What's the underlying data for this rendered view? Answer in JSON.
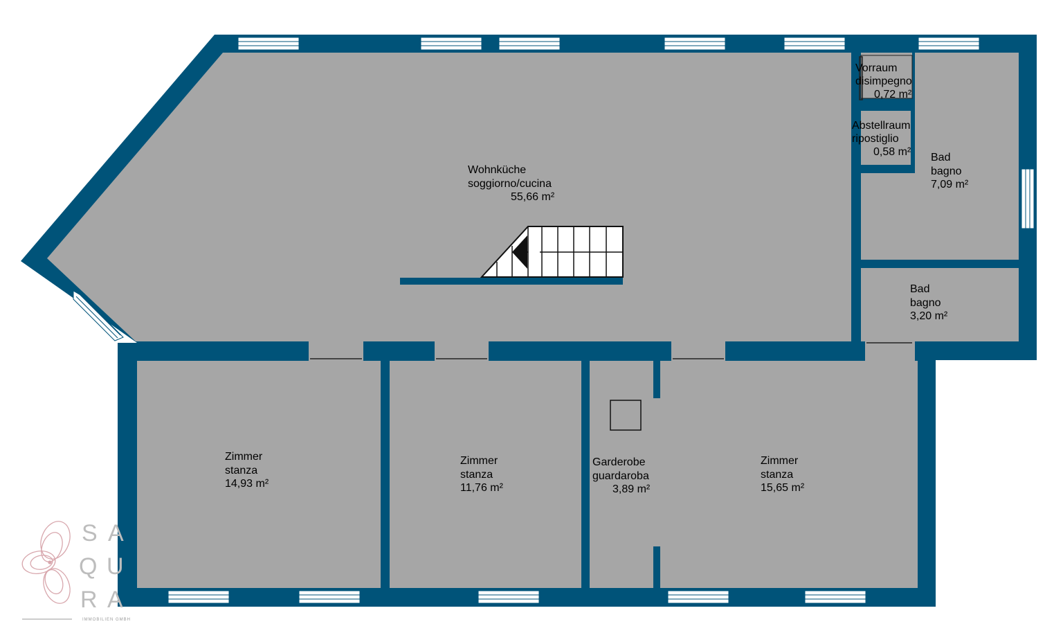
{
  "colors": {
    "wall": "#005379",
    "floor": "#a6a6a6",
    "background": "#ffffff",
    "logo_petal": "#d8a7ad",
    "logo_text": "#bdbdbd"
  },
  "rooms": [
    {
      "id": "wohnkueche",
      "name_de": "Wohnküche",
      "name_it": "soggiorno/cucina",
      "area": "55,66 m²"
    },
    {
      "id": "vorraum",
      "name_de": "Vorraum",
      "name_it": "disimpegno",
      "area": "0,72 m²"
    },
    {
      "id": "abstellraum",
      "name_de": "Abstellraum",
      "name_it": "ripostiglio",
      "area": "0,58 m²"
    },
    {
      "id": "bad1",
      "name_de": "Bad",
      "name_it": "bagno",
      "area": "7,09 m²"
    },
    {
      "id": "bad2",
      "name_de": "Bad",
      "name_it": "bagno",
      "area": "3,20 m²"
    },
    {
      "id": "zimmer1",
      "name_de": "Zimmer",
      "name_it": "stanza",
      "area": "14,93 m²"
    },
    {
      "id": "zimmer2",
      "name_de": "Zimmer",
      "name_it": "stanza",
      "area": "11,76 m²"
    },
    {
      "id": "garderobe",
      "name_de": "Garderobe",
      "name_it": "guardaroba",
      "area": "3,89 m²"
    },
    {
      "id": "zimmer3",
      "name_de": "Zimmer",
      "name_it": "stanza",
      "area": "15,65 m²"
    }
  ],
  "logo": {
    "letters": [
      "S",
      "A",
      "Q",
      "U",
      "R",
      "A"
    ],
    "subtitle": "IMMOBILIEN GMBH"
  }
}
